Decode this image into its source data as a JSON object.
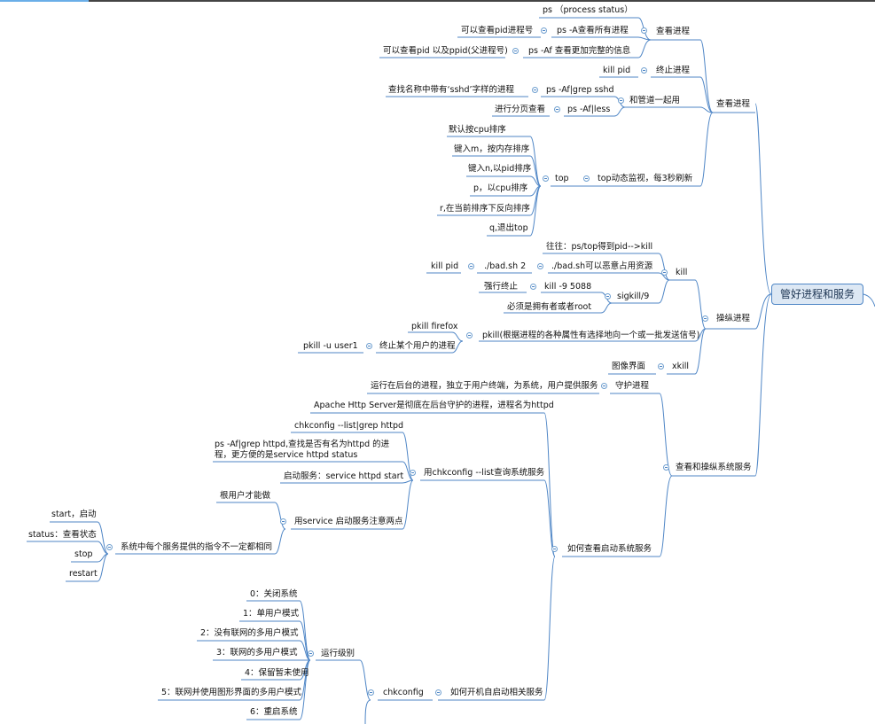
{
  "central": "管好进程和服务",
  "n1": "查看进程",
  "n1_1": "查看进程",
  "n1_1_a": "ps （process status）",
  "n1_1_b": "ps -A查看所有进程",
  "n1_1_b_note": "可以查看pid进程号",
  "n1_1_c": "ps -Af 查看更加完整的信息",
  "n1_1_c_note": "可以查看pid 以及ppid(父进程号)",
  "n1_2": "终止进程",
  "n1_2_a": "kill pid",
  "n1_3": "和管道一起用",
  "n1_3_a": "ps -Af|grep sshd",
  "n1_3_a_note": "查找名称中带有‘sshd’字样的进程",
  "n1_3_b": "ps -Af|less",
  "n1_3_b_note": "进行分页查看",
  "n1_4": "top动态监视，每3秒刷新",
  "n1_4_a": "top",
  "n1_4_items": [
    "默认按cpu排序",
    "键入m，按内存排序",
    "键入n,以pid排序",
    "p，以cpu排序",
    "r,在当前排序下反向排序",
    "q,退出top"
  ],
  "n2": "操纵进程",
  "n2_1": "kill",
  "n2_1_a": "往往：ps/top得到pid-->kill",
  "n2_1_b": "./bad.sh可以恶意占用资源",
  "n2_1_b_1": "./bad.sh 2",
  "n2_1_b_2": "kill pid",
  "n2_1_c": "sigkill/9",
  "n2_1_c_1": "kill -9 5088",
  "n2_1_c_1_note": "强行终止",
  "n2_1_c_2": "必须是拥有者或者root",
  "n2_2": "pkill(根据进程的各种属性有选择地向一个或一批发送信号)",
  "n2_2_a": "pkill firefox",
  "n2_2_b": "终止某个用户的进程",
  "n2_2_b_1": "pkill -u user1",
  "n2_3": "xkill",
  "n2_3_a": "图像界面",
  "n3": "查看和操纵系统服务",
  "n3_1": "守护进程",
  "n3_1_note": "运行在后台的进程，独立于用户终端，为系统，用户提供服务",
  "n3_2": "如何查看启动系统服务",
  "n3_2_a": "Apache Http Server是彻底在后台守护的进程，进程名为httpd",
  "n3_2_b": "用chkconfig --list查询系统服务",
  "n3_2_b_1": "chkconfig --list|grep httpd",
  "n3_2_b_2": "ps -Af|grep httpd,查找是否有名为httpd 的进程，更方便的是service httpd status",
  "n3_2_b_3": "启动服务：service httpd start",
  "n3_2_b_4": "用service 启动服务注意两点",
  "n3_2_b_4_a": "根用户才能做",
  "n3_2_b_4_b": "系统中每个服务提供的指令不一定都相同",
  "n3_2_b_4_b_items": [
    "start，启动",
    "status：查看状态",
    "stop",
    "restart"
  ],
  "n3_3": "如何开机自启动相关服务",
  "n3_3_a": "chkconfig",
  "n3_3_a_1": "运行级别",
  "n3_3_a_1_items": [
    "0：关闭系统",
    "1：单用户模式",
    "2：没有联网的多用户模式",
    "3：联网的多用户模式",
    "4：保留暂未使用",
    "5：联网并使用图形界面的多用户模式",
    "6：重启系统"
  ],
  "colors": {
    "line": "#4f86c6",
    "central_fill": "#dde8f4",
    "accent": "#6aaee8"
  }
}
